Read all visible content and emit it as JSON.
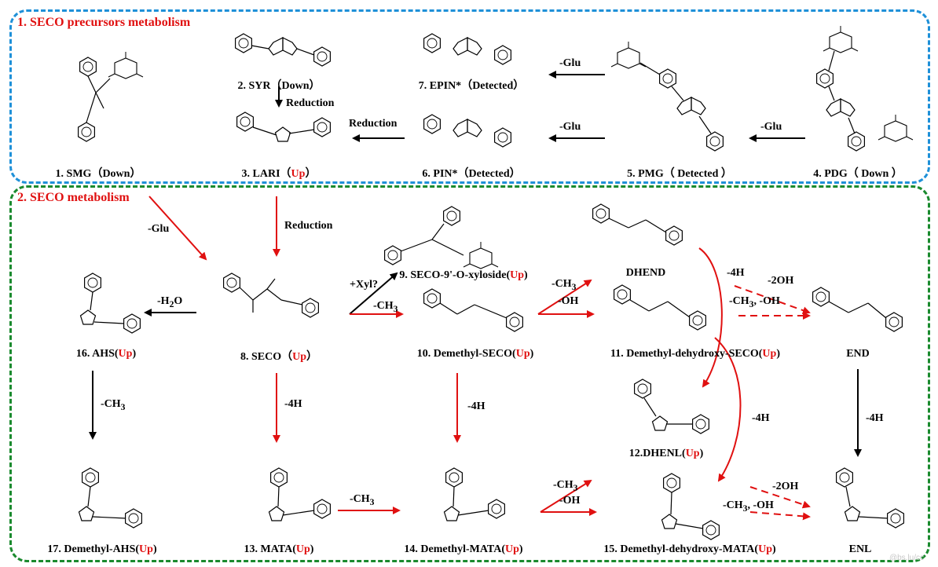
{
  "sections": {
    "precursors_title": "1. SECO precursors metabolism",
    "metabolism_title": "2. SECO metabolism"
  },
  "compounds": {
    "c1": {
      "name": "1. SMG",
      "status": "Down",
      "open": "（",
      "close": "）"
    },
    "c2": {
      "name": "2. SYR",
      "status": "Down",
      "open": "（",
      "close": "）"
    },
    "c3": {
      "name": "3. LARI",
      "status": "Up",
      "open": "（",
      "close": "）"
    },
    "c4": {
      "name": "4. PDG",
      "status": "Down",
      "open": "（ ",
      "close": " ）"
    },
    "c5": {
      "name": "5. PMG",
      "status": "Detected",
      "open": "（ ",
      "close": " ）"
    },
    "c6": {
      "name": "6. PIN*",
      "status": "Detected",
      "open": "（",
      "close": "）"
    },
    "c7": {
      "name": "7. EPIN*",
      "status": "Detected",
      "open": "（",
      "close": "）"
    },
    "c8": {
      "name": "8. SECO",
      "status": "Up",
      "open": "（",
      "close": "）"
    },
    "c9": {
      "name": "9. SECO-9'-O-xyloside",
      "status": "Up",
      "open": "(",
      "close": ")"
    },
    "c10": {
      "name": "10. Demethyl-SECO",
      "status": "Up",
      "open": "(",
      "close": ")"
    },
    "c11": {
      "name": "11. Demethyl-dehydroxy-SECO",
      "status": "Up",
      "open": "(",
      "close": ")"
    },
    "c12": {
      "name": "12.DHENL",
      "status": "Up",
      "open": "(",
      "close": ")"
    },
    "c13": {
      "name": "13. MATA",
      "status": "Up",
      "open": "(",
      "close": ")"
    },
    "c14": {
      "name": "14. Demethyl-MATA",
      "status": "Up",
      "open": "(",
      "close": ")"
    },
    "c15": {
      "name": "15. Demethyl-dehydroxy-MATA",
      "status": "Up",
      "open": "(",
      "close": ")"
    },
    "c16": {
      "name": "16. AHS",
      "status": "Up",
      "open": "(",
      "close": ")"
    },
    "c17": {
      "name": "17. Demethyl-AHS",
      "status": "Up",
      "open": "(",
      "close": ")"
    },
    "dhend": {
      "name": "DHEND"
    },
    "end": {
      "name": "END"
    },
    "enl": {
      "name": "ENL"
    }
  },
  "reactions": {
    "syr_to_lari": "Reduction",
    "pin_to_lari": "Reduction",
    "epin_from_pmg": "-Glu",
    "pin_from_pmg": "-Glu",
    "pmg_from_pdg": "-Glu",
    "lari_to_seco": "Reduction",
    "to_seco_glu": "-Glu",
    "seco_to_ahs": "-H",
    "seco_to_ahs_sub": "2",
    "seco_to_ahs_tail": "O",
    "seco_to_xyl": "+Xyl?",
    "seco_to_demethyl": "-CH",
    "seco_to_demethyl_sub": "3",
    "demethyl_to_11_a": "-CH",
    "demethyl_to_11_a_sub": "3",
    "demethyl_to_11_b": "-OH",
    "dhend_4h": "-4H",
    "c11_to_end_a": "-2OH",
    "c11_to_end_b": "-CH",
    "c11_to_end_b_sub": "3",
    "c11_to_end_b_tail": ", -OH",
    "c11_4h": "-4H",
    "ahs_to_17": "-CH",
    "ahs_to_17_sub": "3",
    "seco_4h": "-4H",
    "demethyl_4h": "-4H",
    "end_4h": "-4H",
    "mata_to_14": "-CH",
    "mata_to_14_sub": "3",
    "c14_to_15_a": "-CH",
    "c14_to_15_a_sub": "3",
    "c14_to_15_b": "-OH",
    "c15_to_enl_a": "-2OH",
    "c15_to_enl_b": "-CH",
    "c15_to_enl_b_sub": "3",
    "c15_to_enl_b_tail": ", -OH"
  },
  "colors": {
    "section1_border": "#1e90d8",
    "section2_border": "#1a8a2e",
    "highlight_red": "#e01010",
    "text_black": "#000000"
  },
  "watermark": "@bs.lu/cc"
}
